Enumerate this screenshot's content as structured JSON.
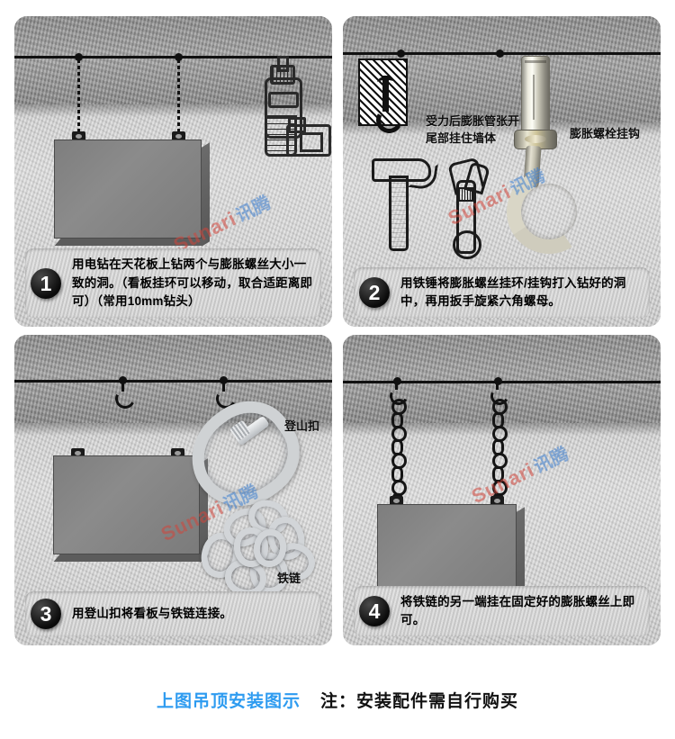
{
  "page": {
    "title": "吊顶安装图示",
    "accent_blue": "#2d9bf0",
    "board_gray": "#828282",
    "wall_gray": "#cecece"
  },
  "watermark": {
    "latin": "Sunari",
    "cjk": "讯腾"
  },
  "panels": [
    {
      "id": "panel-1",
      "step": "1",
      "text": "用电钻在天花板上钻两个与膨胀螺丝大小一致的洞。（看板挂环可以移动，取合适距离即可）（常用10mm钻头）",
      "icons": [
        "drill-icon",
        "sign-board",
        "ceiling-point",
        "dotted-drop-line"
      ],
      "labels": []
    },
    {
      "id": "panel-2",
      "step": "2",
      "text": "用铁锤将膨胀螺丝挂环/挂钩打入钻好的洞中，再用扳手旋紧六角螺母。",
      "icons": [
        "wall-section-diagram",
        "hammer-icon",
        "wrench-icon",
        "expansion-bolt-hook"
      ],
      "labels": [
        {
          "name": "wall-anchor-label",
          "text": "受力后膨胀管张开\n尾部挂住墙体"
        },
        {
          "name": "expansion-bolt-hook-label",
          "text": "膨胀螺栓挂钩"
        }
      ]
    },
    {
      "id": "panel-3",
      "step": "3",
      "text": "用登山扣将看板与铁链连接。",
      "icons": [
        "sign-board",
        "ceiling-hook",
        "carabiner",
        "steel-chain"
      ],
      "labels": [
        {
          "name": "carabiner-label",
          "text": "登山扣"
        },
        {
          "name": "chain-label",
          "text": "铁链"
        }
      ]
    },
    {
      "id": "panel-4",
      "step": "4",
      "text": "将铁链的另一端挂在固定好的膨胀螺丝上即可。",
      "icons": [
        "sign-board",
        "hanging-chain",
        "chain-hook"
      ],
      "labels": []
    }
  ],
  "footer": {
    "blue_text": "上图吊顶安装图示",
    "black_text": "注：安装配件需自行购买"
  }
}
